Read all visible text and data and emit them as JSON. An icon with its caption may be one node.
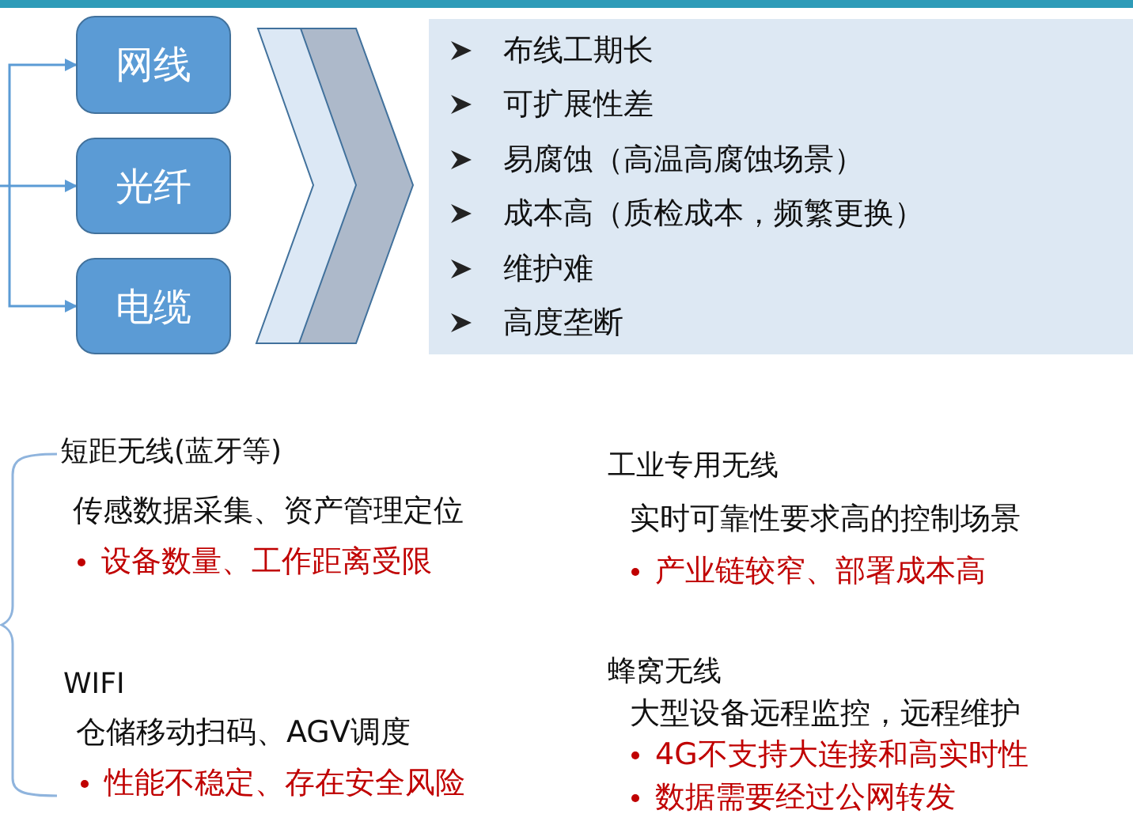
{
  "diagram": {
    "nodes": [
      {
        "text": [
          "网线"
        ]
      },
      {
        "text": [
          "光纤"
        ]
      },
      {
        "text": [
          "电缆"
        ]
      }
    ],
    "edges": [
      {
        "from": null,
        "to": 0,
        "arrow": "to"
      },
      {
        "from": null,
        "to": 1,
        "arrow": "to"
      },
      {
        "from": null,
        "to": 2,
        "arrow": "to"
      }
    ],
    "labels": [
      "布线工期长",
      "可扩展性差",
      "易腐蚀（高温高腐蚀场景）",
      "成本高（质检成本，频繁更换）",
      "维护难",
      "高度垄断",
      "短距无线(蓝牙等)",
      "工业专用无线",
      "传感数据采集、资产管理定位",
      "实时可靠性要求高的控制场景",
      "设备数量、工作距离受限",
      "产业链较窄、部署成本高",
      "蜂窝无线",
      "WIFI",
      "大型设备远程监控，远程维护",
      "仓储移动扫码、AGV调度",
      "4G不支持大连接和高实时性",
      "性能不稳定、存在安全风险",
      "数据需要经过公网转发"
    ]
  }
}
